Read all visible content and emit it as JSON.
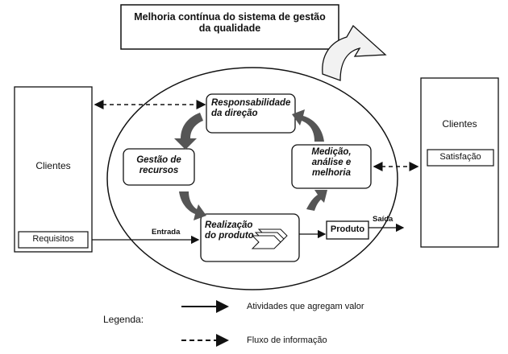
{
  "title": {
    "line1": "Melhoria contínua do sistema de gestão",
    "line2": "da qualidade"
  },
  "left_panel": {
    "heading": "Clientes",
    "box_label": "Requisitos"
  },
  "right_panel": {
    "heading": "Clientes",
    "box_label": "Satisfação"
  },
  "processes": {
    "responsabilidade": {
      "line1": "Responsabilidade",
      "line2": "da direção"
    },
    "gestao": {
      "line1": "Gestão de",
      "line2": "recursos"
    },
    "medicao": {
      "line1": "Medição,",
      "line2": "análise e",
      "line3": "melhoria"
    },
    "realizacao": {
      "line1": "Realização",
      "line2": "do produto"
    }
  },
  "product": {
    "label": "Produto"
  },
  "flow_labels": {
    "entrada": "Entrada",
    "saida": "Saída"
  },
  "legend": {
    "title": "Legenda:",
    "solid": "Atividades que agregam valor",
    "dashed": "Fluxo de informação"
  },
  "colors": {
    "stroke": "#111111",
    "process_arrow": "#555555",
    "big_arrow_fill": "#f2f2f2"
  }
}
